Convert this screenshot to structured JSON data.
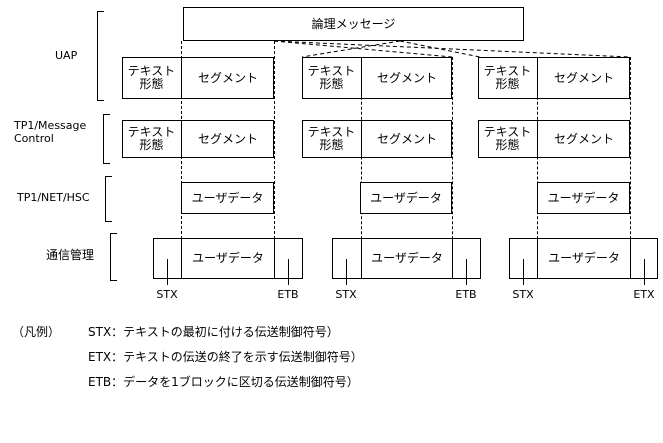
{
  "diagram": {
    "title_box": {
      "label": "論理メッセージ"
    },
    "row_labels": [
      {
        "id": "uap",
        "text": "UAP"
      },
      {
        "id": "tp1-message-control",
        "text": "TP1/Message\nControl"
      },
      {
        "id": "tp1-net-hsc",
        "text": "TP1/NET/HSC"
      },
      {
        "id": "tsushin-kanri",
        "text": "通信管理"
      }
    ],
    "cell_labels": {
      "text_format": "テキスト\n形態",
      "segment": "セグメント",
      "user_data": "ユーザデータ"
    },
    "groups": [
      {
        "index": 1,
        "uap_text_format": "テキスト\n形態",
        "uap_segment": "セグメント",
        "mc_text_format": "テキスト\n形態",
        "mc_segment": "セグメント",
        "net_user_data": "ユーザデータ",
        "comm_user_data": "ユーザデータ",
        "start_code": "STX",
        "end_code": "ETB"
      },
      {
        "index": 2,
        "uap_text_format": "テキスト\n形態",
        "uap_segment": "セグメント",
        "mc_text_format": "テキスト\n形態",
        "mc_segment": "セグメント",
        "net_user_data": "ユーザデータ",
        "comm_user_data": "ユーザデータ",
        "start_code": "STX",
        "end_code": "ETB"
      },
      {
        "index": 3,
        "uap_text_format": "テキスト\n形態",
        "uap_segment": "セグメント",
        "mc_text_format": "テキスト\n形態",
        "mc_segment": "セグメント",
        "net_user_data": "ユーザデータ",
        "comm_user_data": "ユーザデータ",
        "start_code": "STX",
        "end_code": "ETX"
      }
    ]
  },
  "legend": {
    "heading": "（凡例）",
    "lines": [
      "STX：テキストの最初に付ける伝送制御符号）",
      "ETX：テキストの伝送の終了を示す伝送制御符号）",
      "ETB：データを1ブロックに区切る伝送制御符号）"
    ]
  },
  "colors": {
    "stroke": "#000000",
    "background": "#ffffff"
  }
}
